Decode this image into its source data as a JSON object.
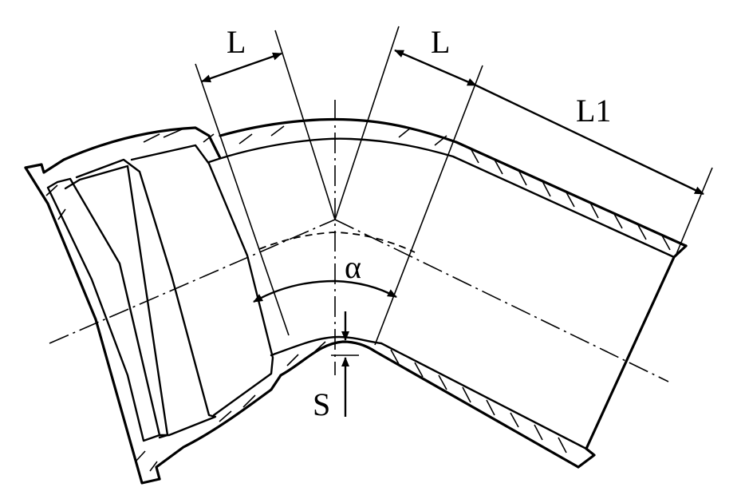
{
  "labels": {
    "l_left": "L",
    "l_right": "L",
    "l1": "L1",
    "alpha": "α",
    "s": "S"
  }
}
